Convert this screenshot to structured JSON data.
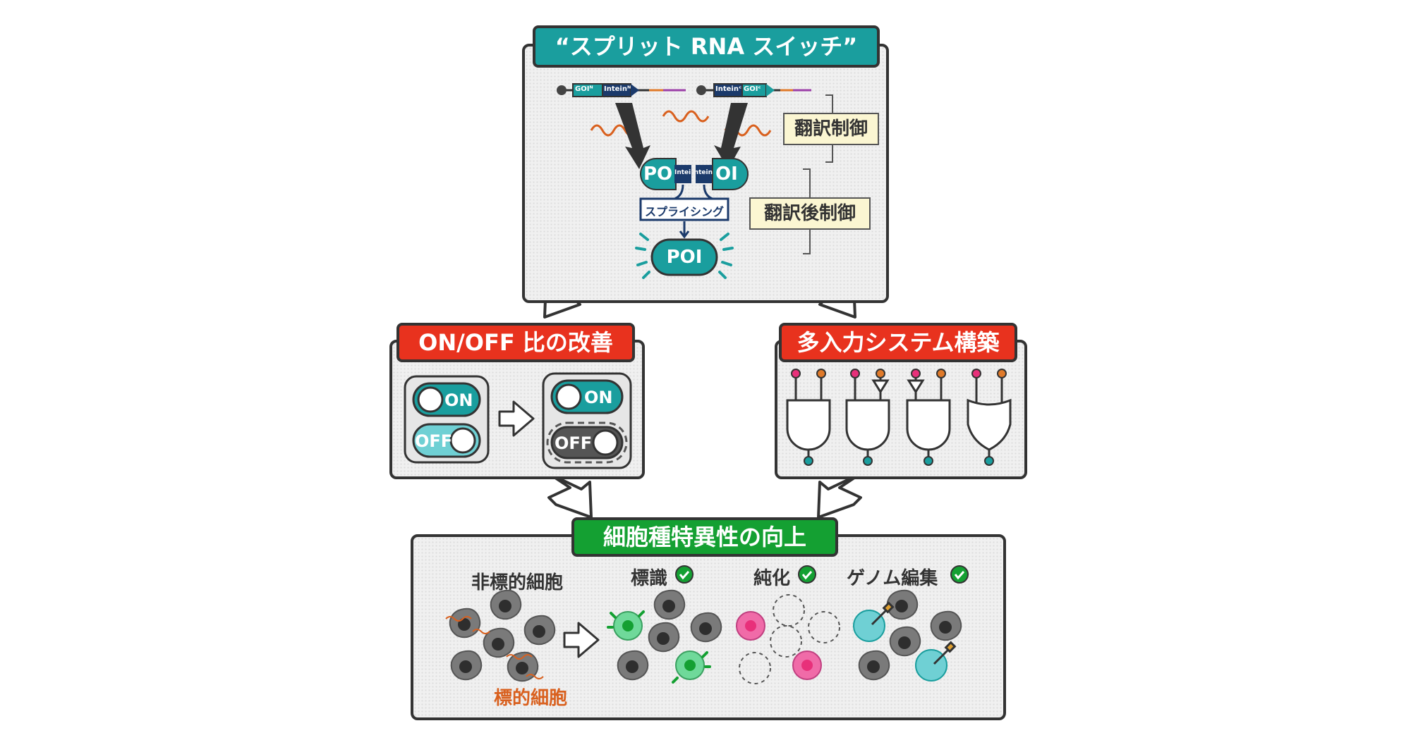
{
  "split_switch": {
    "title": "“スプリット RNA スイッチ”",
    "construct_left": {
      "goi": "GOIᴺ",
      "intein": "Inteinᴺ"
    },
    "construct_right": {
      "intein": "Inteinᶜ",
      "goi": "GOIᶜ"
    },
    "protein_left": {
      "poi": "PO",
      "intein": "Intein"
    },
    "protein_right": {
      "poi": "OI",
      "intein": "Intein"
    },
    "splicing": "スプライシング",
    "poi": "POI",
    "translation_control": "翻訳制御",
    "post_translation_control": "翻訳後制御"
  },
  "onoff": {
    "title": "ON/OFF 比の改善",
    "on_label": "ON",
    "off_label": "OFF"
  },
  "multi_input": {
    "title": "多入力システム構築"
  },
  "specificity": {
    "title": "細胞種特異性の向上",
    "non_target_cells": "非標的細胞",
    "target_cells": "標的細胞",
    "labeling": "標識",
    "purification": "純化",
    "genome_editing": "ゲノム編集"
  },
  "colors": {
    "teal": "#1a9e9e",
    "red": "#e8321e",
    "green": "#14a032",
    "rna_orange": "#d9601e",
    "label_pink": "#e8307a"
  },
  "icons": [
    "check-icon",
    "arrow-right-icon",
    "and-gate-icon",
    "or-gate-icon",
    "not-gate-icon",
    "toggle-switch-icon",
    "cell-icon"
  ]
}
